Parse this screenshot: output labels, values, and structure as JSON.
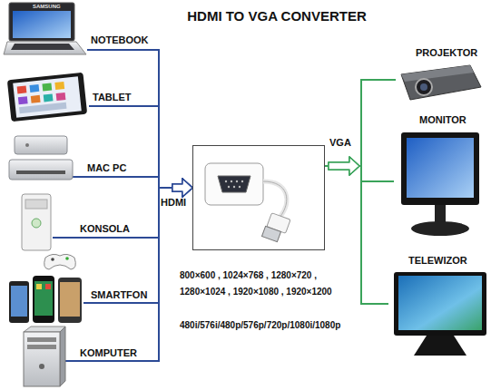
{
  "diagram": {
    "title": "HDMI TO VGA CONVERTER",
    "nodes": [
      {
        "text": [
          "NOTEBOOK"
        ]
      },
      {
        "text": [
          "TABLET"
        ]
      },
      {
        "text": [
          "MAC PC"
        ]
      },
      {
        "text": [
          "KONSOLA"
        ]
      },
      {
        "text": [
          "SMARTFON"
        ]
      },
      {
        "text": [
          "KOMPUTER"
        ]
      },
      {
        "text": [
          "HDMI",
          "VGA"
        ]
      },
      {
        "text": [
          "PROJEKTOR"
        ]
      },
      {
        "text": [
          "MONITOR"
        ]
      },
      {
        "text": [
          "TELEWIZOR"
        ]
      }
    ],
    "edges": [
      {
        "from": 0,
        "to": 6,
        "arrow": "to"
      },
      {
        "from": 1,
        "to": 6,
        "arrow": "to"
      },
      {
        "from": 2,
        "to": 6,
        "arrow": "to"
      },
      {
        "from": 3,
        "to": 6,
        "arrow": "to"
      },
      {
        "from": 4,
        "to": 6,
        "arrow": "to"
      },
      {
        "from": 5,
        "to": 6,
        "arrow": "to"
      },
      {
        "from": 6,
        "to": 7,
        "arrow": "to"
      },
      {
        "from": 6,
        "to": 8,
        "arrow": "to"
      },
      {
        "from": 6,
        "to": 9,
        "arrow": "to"
      }
    ],
    "labels": [
      "SAMSUNG",
      "800×600 , 1024×768 , 1280×720 ,",
      "1280×1024 , 1920×1080 , 1920×1200",
      "480i/576i/480p/576p/720p/1080i/1080p"
    ]
  }
}
